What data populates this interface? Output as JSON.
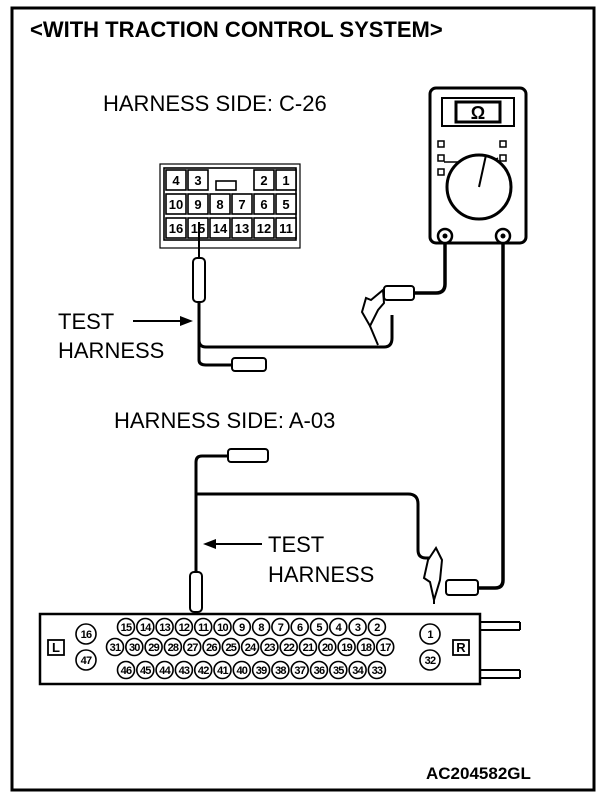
{
  "title": "<WITH TRACTION CONTROL SYSTEM>",
  "harness_c26": {
    "label": "HARNESS SIDE: C-26",
    "rows": [
      [
        "4",
        "3",
        "",
        "",
        "2",
        "1"
      ],
      [
        "10",
        "9",
        "8",
        "7",
        "6",
        "5"
      ],
      [
        "16",
        "15",
        "14",
        "13",
        "12",
        "11"
      ]
    ],
    "probed_pin": "15"
  },
  "harness_a03": {
    "label": "HARNESS SIDE: A-03",
    "side_left": "L",
    "side_right": "R",
    "left_pins": [
      "16",
      "47"
    ],
    "right_pins": [
      "1",
      "32"
    ],
    "row1": [
      "15",
      "14",
      "13",
      "12",
      "11",
      "10",
      "9",
      "8",
      "7",
      "6",
      "5",
      "4",
      "3",
      "2"
    ],
    "row2": [
      "31",
      "30",
      "29",
      "28",
      "27",
      "26",
      "25",
      "24",
      "23",
      "22",
      "21",
      "20",
      "19",
      "18",
      "17"
    ],
    "row3": [
      "46",
      "45",
      "44",
      "43",
      "42",
      "41",
      "40",
      "39",
      "38",
      "37",
      "36",
      "35",
      "34",
      "33"
    ],
    "probed_pin": "27"
  },
  "callouts": {
    "upper_line1": "TEST",
    "upper_line2": "HARNESS",
    "lower_line1": "TEST",
    "lower_line2": "HARNESS"
  },
  "meter": {
    "symbol": "Ω",
    "function": "ohmmeter"
  },
  "figure_code": "AC204582GL"
}
